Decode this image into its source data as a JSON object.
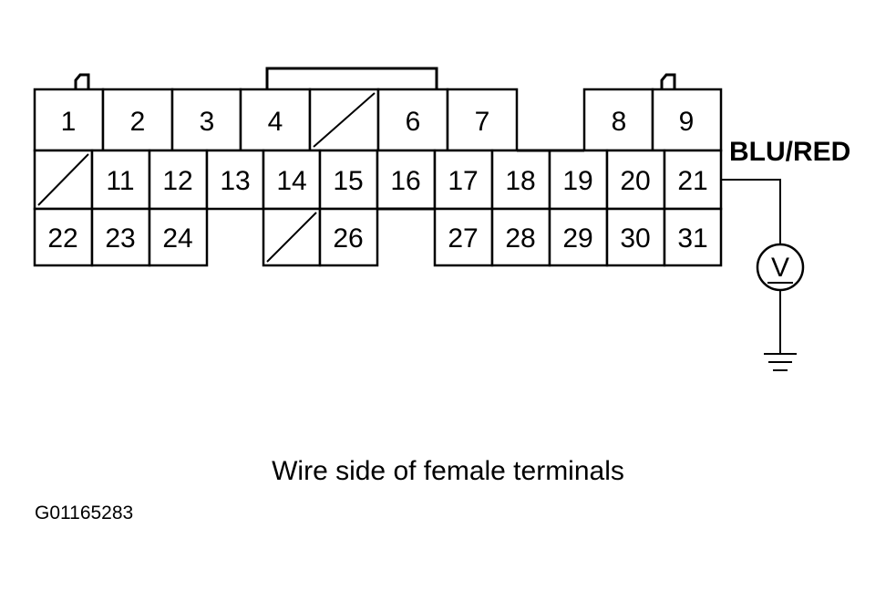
{
  "connector": {
    "terminals": [
      {
        "label": "1",
        "row": 0,
        "col": 0
      },
      {
        "label": "2",
        "row": 0,
        "col": 1
      },
      {
        "label": "3",
        "row": 0,
        "col": 2
      },
      {
        "label": "4",
        "row": 0,
        "col": 3
      },
      {
        "label": "",
        "row": 0,
        "col": 4,
        "blank": true
      },
      {
        "label": "6",
        "row": 0,
        "col": 5
      },
      {
        "label": "7",
        "row": 0,
        "col": 6
      },
      {
        "label": "8",
        "row": 0,
        "col": 8
      },
      {
        "label": "9",
        "row": 0,
        "col": 9
      },
      {
        "label": "",
        "row": 1,
        "col": 0,
        "blank": true
      },
      {
        "label": "11",
        "row": 1,
        "col": 1
      },
      {
        "label": "12",
        "row": 1,
        "col": 2
      },
      {
        "label": "13",
        "row": 1,
        "col": 3
      },
      {
        "label": "14",
        "row": 1,
        "col": 4
      },
      {
        "label": "15",
        "row": 1,
        "col": 5
      },
      {
        "label": "16",
        "row": 1,
        "col": 6
      },
      {
        "label": "17",
        "row": 1,
        "col": 7
      },
      {
        "label": "18",
        "row": 1,
        "col": 8
      },
      {
        "label": "19",
        "row": 1,
        "col": 9
      },
      {
        "label": "20",
        "row": 1,
        "col": 10
      },
      {
        "label": "21",
        "row": 1,
        "col": 11
      },
      {
        "label": "22",
        "row": 2,
        "col": 0
      },
      {
        "label": "23",
        "row": 2,
        "col": 1
      },
      {
        "label": "24",
        "row": 2,
        "col": 2
      },
      {
        "label": "",
        "row": 2,
        "col": 4,
        "blank": true
      },
      {
        "label": "26",
        "row": 2,
        "col": 5
      },
      {
        "label": "27",
        "row": 2,
        "col": 7
      },
      {
        "label": "28",
        "row": 2,
        "col": 8
      },
      {
        "label": "29",
        "row": 2,
        "col": 9
      },
      {
        "label": "30",
        "row": 2,
        "col": 10
      },
      {
        "label": "31",
        "row": 2,
        "col": 11
      }
    ]
  },
  "wire_label": "BLU/RED",
  "meter_symbol": "V",
  "caption": "Wire side of female terminals",
  "figure_id": "G01165283"
}
